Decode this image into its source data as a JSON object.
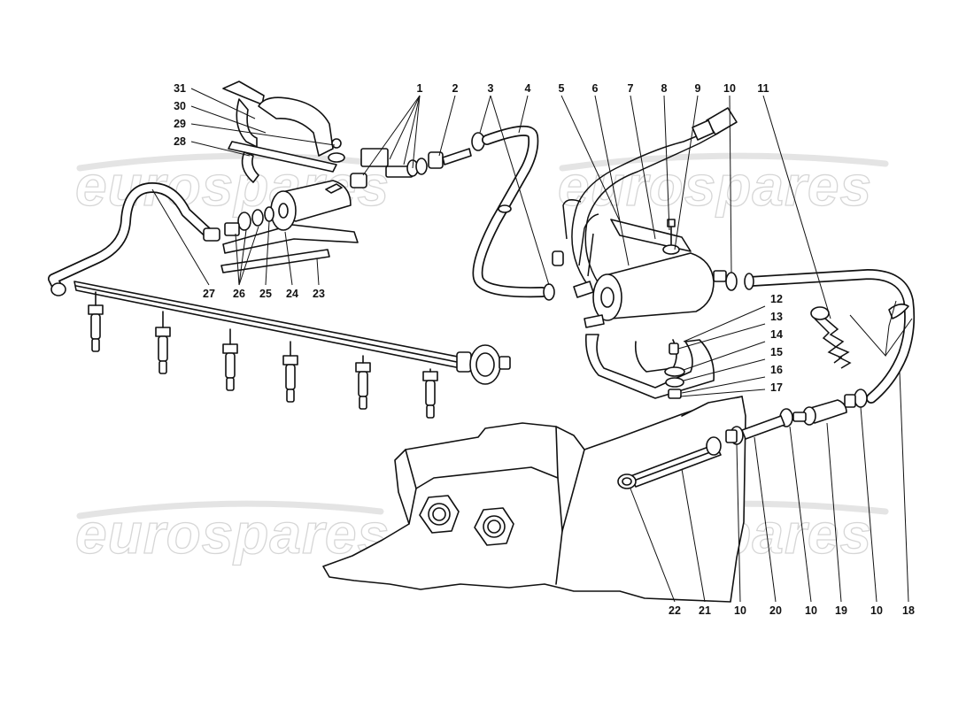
{
  "watermark": {
    "text": "eurospares"
  },
  "callouts": {
    "c1": "1",
    "c2": "2",
    "c3": "3",
    "c4": "4",
    "c5": "5",
    "c6": "6",
    "c7": "7",
    "c8": "8",
    "c9": "9",
    "c10": "10",
    "c11": "11",
    "c12": "12",
    "c13": "13",
    "c14": "14",
    "c15": "15",
    "c16": "16",
    "c17": "17",
    "c18": "18",
    "c19": "19",
    "c20": "20",
    "c21": "21",
    "c22": "22",
    "c23": "23",
    "c24": "24",
    "c25": "25",
    "c26": "26",
    "c27": "27",
    "c28": "28",
    "c29": "29",
    "c30": "30",
    "c31": "31"
  },
  "colors": {
    "line": "#111111",
    "watermark": "#c9c9c9",
    "background": "#ffffff"
  }
}
